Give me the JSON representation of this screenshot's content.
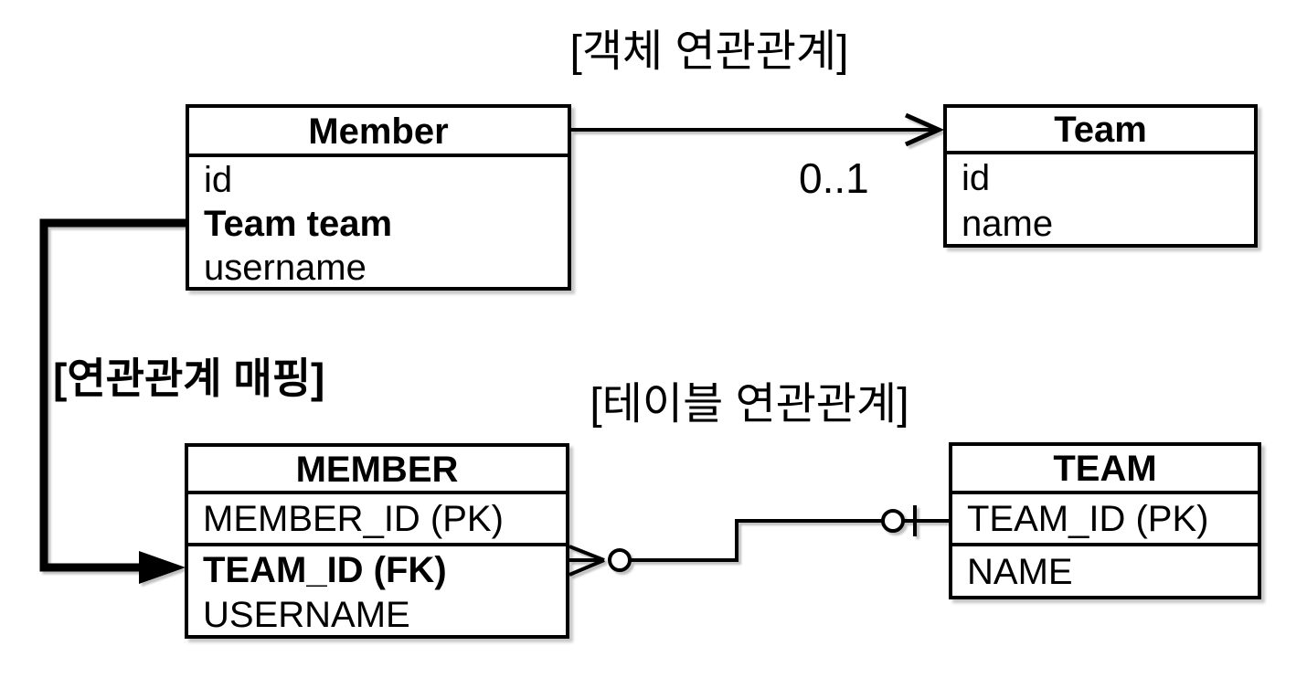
{
  "titles": {
    "object_association": "[객체 연관관계]",
    "table_association": "[테이블 연관관계]",
    "mapping": "[연관관계 매핑]"
  },
  "labels": {
    "cardinality": "0..1"
  },
  "object_diagram": {
    "member": {
      "title": "Member",
      "fields": [
        "id",
        "Team team",
        "username"
      ]
    },
    "team": {
      "title": "Team",
      "fields": [
        "id",
        "name"
      ]
    }
  },
  "table_diagram": {
    "member": {
      "title": "MEMBER",
      "pk_field": "MEMBER_ID (PK)",
      "fields": [
        "TEAM_ID (FK)",
        "USERNAME"
      ]
    },
    "team": {
      "title": "TEAM",
      "pk_field": "TEAM_ID (PK)",
      "fields": [
        "NAME"
      ]
    }
  },
  "colors": {
    "line": "#000000",
    "background": "#ffffff"
  }
}
